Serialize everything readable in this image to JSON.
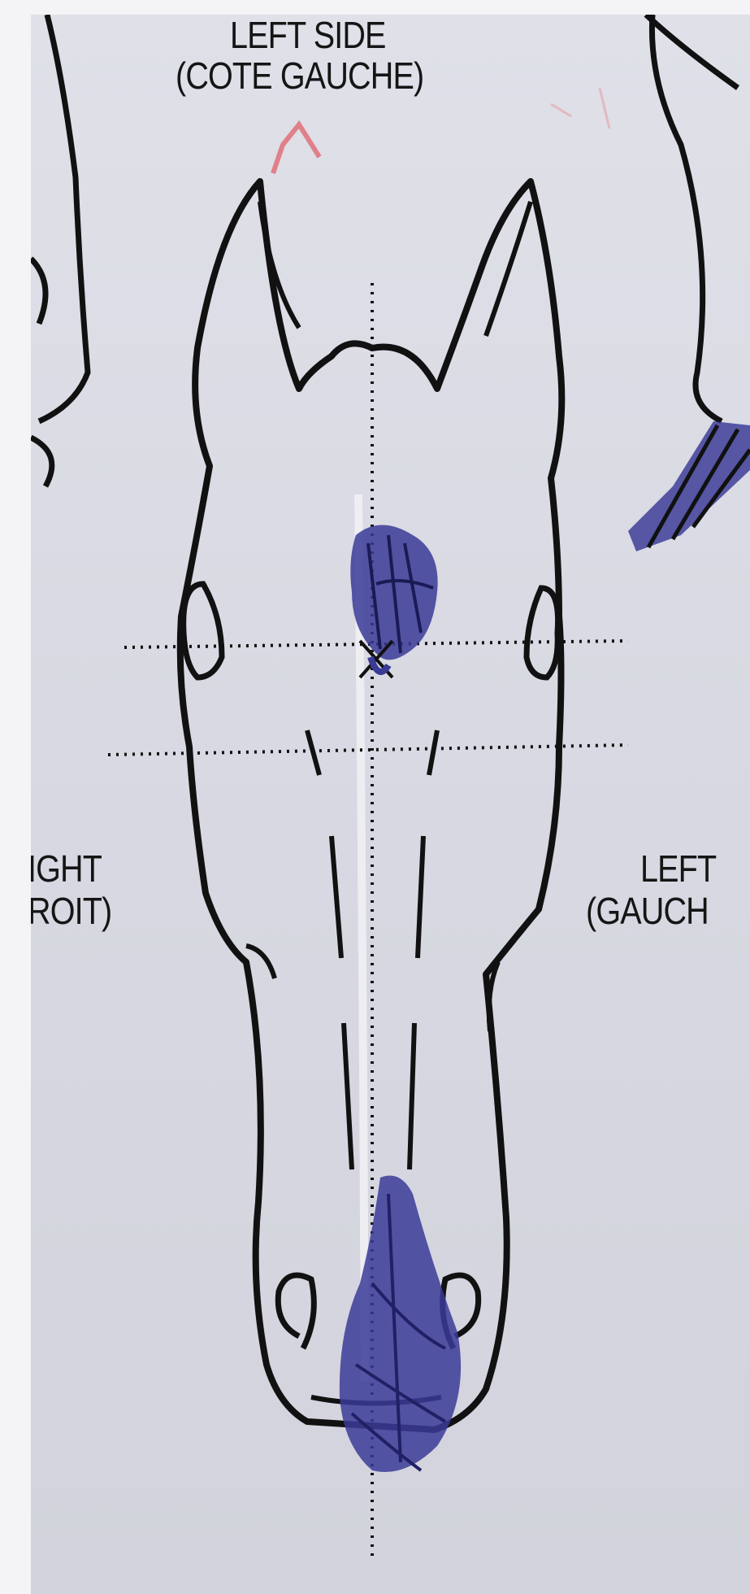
{
  "diagram": {
    "top_label_en": "LEFT SIDE",
    "top_label_fr": "(COTE GAUCHE)",
    "right_of_image_label_en": "LEFT",
    "right_of_image_label_fr": "(GAUCH",
    "left_of_image_label_en": "IGHT",
    "left_of_image_label_fr": "ROIT)"
  },
  "colors": {
    "paper": "#d8d9e2",
    "ink_outline": "#111111",
    "marking_blue": "#2f2f8a",
    "red_pen_trace": "#e0606a"
  }
}
